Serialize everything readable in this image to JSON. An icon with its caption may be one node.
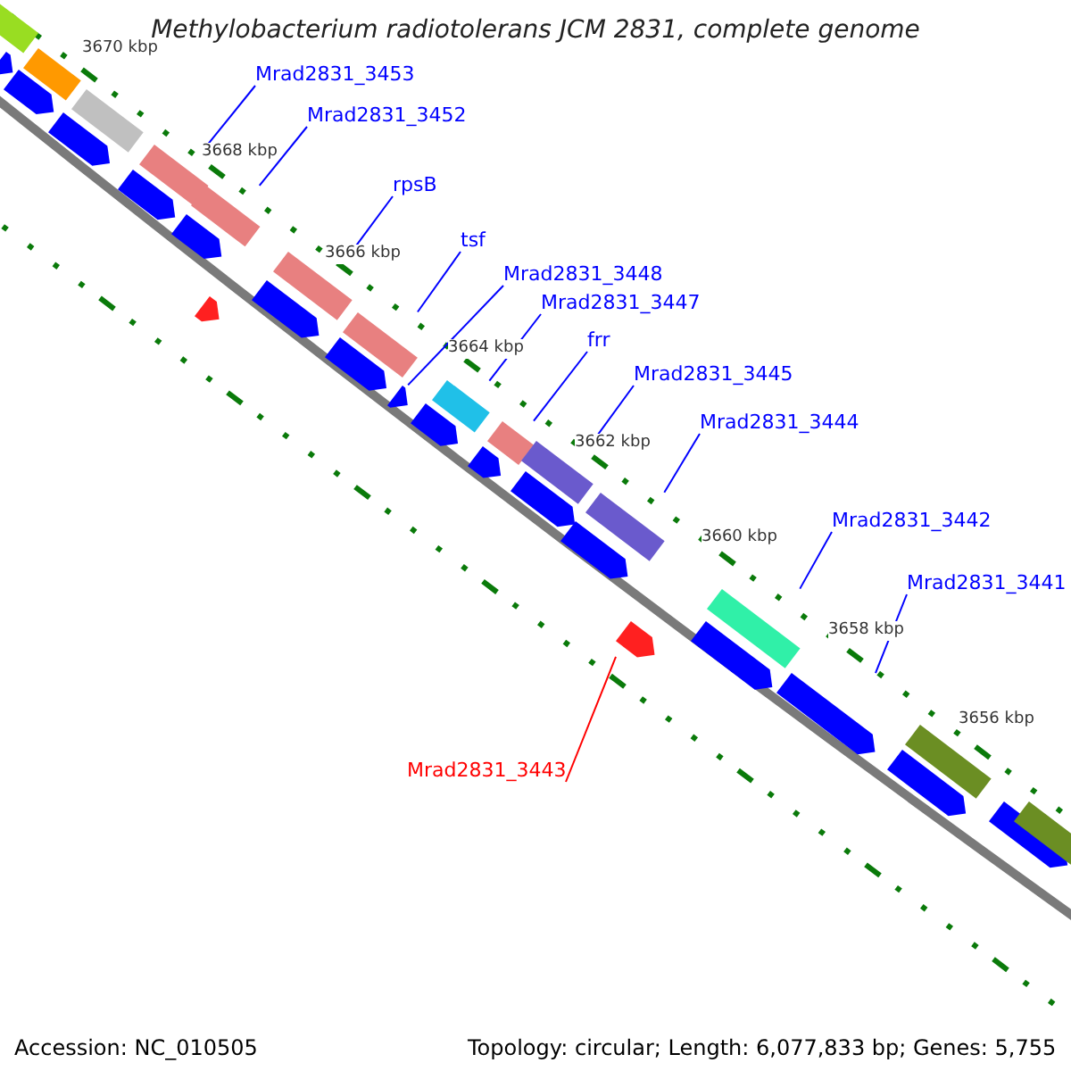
{
  "diagram": {
    "title": "Methylobacterium radiotolerans JCM 2831, complete genome",
    "nodes": [
      {
        "text": [
          "Mrad2831_3453"
        ]
      },
      {
        "text": [
          "Mrad2831_3452"
        ]
      },
      {
        "text": [
          "rpsB"
        ]
      },
      {
        "text": [
          "tsf"
        ]
      },
      {
        "text": [
          "Mrad2831_3448"
        ]
      },
      {
        "text": [
          "Mrad2831_3447"
        ]
      },
      {
        "text": [
          "frr"
        ]
      },
      {
        "text": [
          "Mrad2831_3445"
        ]
      },
      {
        "text": [
          "Mrad2831_3444"
        ]
      },
      {
        "text": [
          "Mrad2831_3442"
        ]
      },
      {
        "text": [
          "Mrad2831_3441"
        ]
      },
      {
        "text": [
          "Mrad2831_3443"
        ]
      },
      {
        "text": [],
        "shape": "arrow"
      },
      {
        "text": [],
        "shape": "bar"
      },
      {
        "text": [],
        "shape": "arrow"
      },
      {
        "text": [],
        "shape": "bar"
      },
      {
        "text": [],
        "shape": "arrow"
      },
      {
        "text": [],
        "shape": "bar"
      },
      {
        "text": [],
        "shape": "arrow"
      },
      {
        "text": [],
        "shape": "bar"
      },
      {
        "text": [],
        "shape": "arrow"
      },
      {
        "text": [],
        "shape": "arrow"
      },
      {
        "text": [],
        "shape": "bar"
      },
      {
        "text": [],
        "shape": "arrow"
      },
      {
        "text": [],
        "shape": "bar"
      },
      {
        "text": [],
        "shape": "arrow"
      },
      {
        "text": [],
        "shape": "bar"
      },
      {
        "text": [],
        "shape": "arrow"
      },
      {
        "text": [],
        "shape": "arrow"
      },
      {
        "text": [],
        "shape": "bar"
      },
      {
        "text": [],
        "shape": "arrow"
      },
      {
        "text": [],
        "shape": "bar"
      },
      {
        "text": [],
        "shape": "arrow"
      },
      {
        "text": [],
        "shape": "bar"
      },
      {
        "text": [],
        "shape": "arrow"
      },
      {
        "text": [],
        "shape": "bar"
      },
      {
        "text": [],
        "shape": "arrow"
      },
      {
        "text": [],
        "shape": "arrow"
      },
      {
        "text": [],
        "shape": "bar"
      },
      {
        "text": [],
        "shape": "arrow"
      },
      {
        "text": [],
        "shape": "arrow"
      },
      {
        "text": [],
        "shape": "bar"
      },
      {
        "text": [],
        "shape": "arrow"
      },
      {
        "text": [],
        "shape": "bar"
      }
    ],
    "edges": [
      {
        "from": 0,
        "to": 19,
        "arrow": "none"
      },
      {
        "from": 1,
        "to": 22,
        "arrow": "none"
      },
      {
        "from": 2,
        "to": 24,
        "arrow": "none"
      },
      {
        "from": 3,
        "to": 26,
        "arrow": "none"
      },
      {
        "from": 4,
        "to": 27,
        "arrow": "none"
      },
      {
        "from": 5,
        "to": 29,
        "arrow": "none"
      },
      {
        "from": 6,
        "to": 31,
        "arrow": "none"
      },
      {
        "from": 7,
        "to": 33,
        "arrow": "none"
      },
      {
        "from": 8,
        "to": 35,
        "arrow": "none"
      },
      {
        "from": 9,
        "to": 38,
        "arrow": "none"
      },
      {
        "from": 10,
        "to": 39,
        "arrow": "none"
      },
      {
        "from": 11,
        "to": 36,
        "arrow": "none",
        "color": "#ff0000"
      }
    ],
    "labels": [
      "3670 kbp",
      "3668 kbp",
      "3666 kbp",
      "3664 kbp",
      "3662 kbp",
      "3660 kbp",
      "3658 kbp",
      "3656 kbp",
      "Accession: NC_010505",
      "Topology: circular; Length: 6,077,833 bp; Genes: 5,755"
    ]
  }
}
